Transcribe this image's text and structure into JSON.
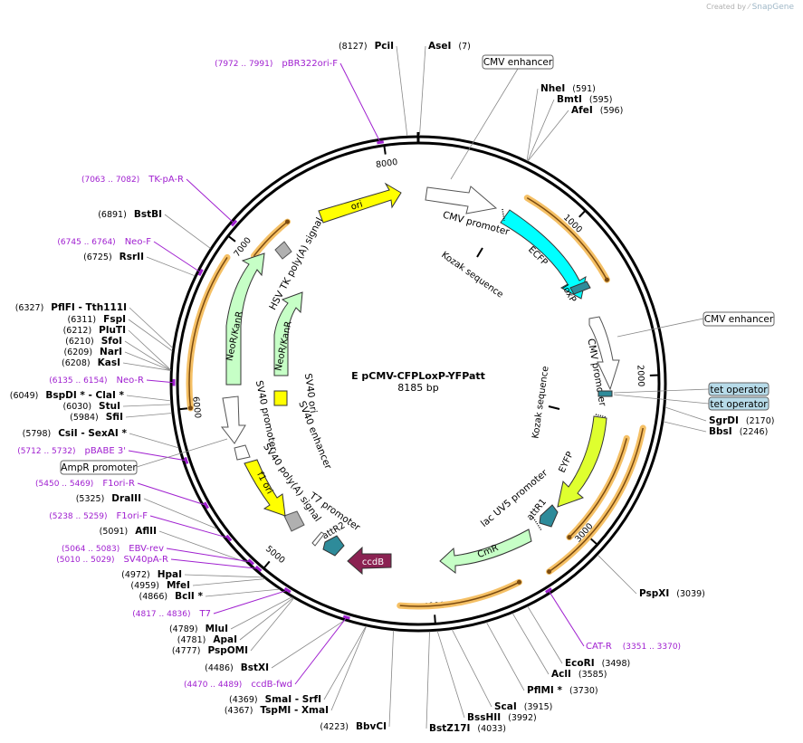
{
  "branding": {
    "created_by": "Created by",
    "logo": "SnapGene"
  },
  "plasmid": {
    "name": "E pCMV-CFPLoxP-YFPatt",
    "size": "8185 bp",
    "length": 8185
  },
  "ruler_ticks": [
    {
      "bp": 1000,
      "label": "1000"
    },
    {
      "bp": 2000,
      "label": "2000"
    },
    {
      "bp": 3000,
      "label": "3000"
    },
    {
      "bp": 4000,
      "label": "4000"
    },
    {
      "bp": 5000,
      "label": "5000"
    },
    {
      "bp": 6000,
      "label": "6000"
    },
    {
      "bp": 7000,
      "label": "7000"
    },
    {
      "bp": 8000,
      "label": "8000"
    }
  ],
  "sites": {
    "right": [
      {
        "name": "AseI",
        "pos": "(7)",
        "bp": 7
      },
      {
        "name": "NheI",
        "pos": "(591)",
        "bp": 591
      },
      {
        "name": "BmtI",
        "pos": "(595)",
        "bp": 595
      },
      {
        "name": "AfeI",
        "pos": "(596)",
        "bp": 596
      },
      {
        "name": "SgrDI",
        "pos": "(2170)",
        "bp": 2170
      },
      {
        "name": "BbsI",
        "pos": "(2246)",
        "bp": 2246
      },
      {
        "name": "PspXI",
        "pos": "(3039)",
        "bp": 3039
      },
      {
        "name": "EcoRI",
        "pos": "(3498)",
        "bp": 3498
      },
      {
        "name": "AclI",
        "pos": "(3585)",
        "bp": 3585
      },
      {
        "name": "PflMI *",
        "pos": "(3730)",
        "bp": 3730
      },
      {
        "name": "ScaI",
        "pos": "(3915)",
        "bp": 3915
      },
      {
        "name": "BssHII",
        "pos": "(3992)",
        "bp": 3992
      },
      {
        "name": "BstZ17I",
        "pos": "(4033)",
        "bp": 4033
      }
    ],
    "left": [
      {
        "name": "PciI",
        "pos": "(8127)",
        "bp": 8127
      },
      {
        "name": "BstBI",
        "pos": "(6891)",
        "bp": 6891
      },
      {
        "name": "RsrII",
        "pos": "(6725)",
        "bp": 6725
      },
      {
        "name": "PflFI - Tth111I",
        "pos": "(6327)",
        "bp": 6327
      },
      {
        "name": "FspI",
        "pos": "(6311)",
        "bp": 6311
      },
      {
        "name": "PluTI",
        "pos": "(6212)",
        "bp": 6212
      },
      {
        "name": "SfoI",
        "pos": "(6210)",
        "bp": 6210
      },
      {
        "name": "NarI",
        "pos": "(6209)",
        "bp": 6209
      },
      {
        "name": "KasI",
        "pos": "(6208)",
        "bp": 6208
      },
      {
        "name": "BspDI * - ClaI *",
        "pos": "(6049)",
        "bp": 6049
      },
      {
        "name": "StuI",
        "pos": "(6030)",
        "bp": 6030
      },
      {
        "name": "SfiI",
        "pos": "(5984)",
        "bp": 5984
      },
      {
        "name": "CsiI - SexAI *",
        "pos": "(5798)",
        "bp": 5798
      },
      {
        "name": "DraIII",
        "pos": "(5325)",
        "bp": 5325
      },
      {
        "name": "AflII",
        "pos": "(5091)",
        "bp": 5091
      },
      {
        "name": "HpaI",
        "pos": "(4972)",
        "bp": 4972
      },
      {
        "name": "MfeI",
        "pos": "(4959)",
        "bp": 4959
      },
      {
        "name": "BclI *",
        "pos": "(4866)",
        "bp": 4866
      },
      {
        "name": "MluI",
        "pos": "(4789)",
        "bp": 4789
      },
      {
        "name": "ApaI",
        "pos": "(4781)",
        "bp": 4781
      },
      {
        "name": "PspOMI",
        "pos": "(4777)",
        "bp": 4777
      },
      {
        "name": "BstXI",
        "pos": "(4486)",
        "bp": 4486
      },
      {
        "name": "SmaI - SrfI",
        "pos": "(4369)",
        "bp": 4369
      },
      {
        "name": "TspMI - XmaI",
        "pos": "(4367)",
        "bp": 4367
      },
      {
        "name": "BbvCI",
        "pos": "(4223)",
        "bp": 4223
      }
    ]
  },
  "primers": [
    {
      "name": "pBR322ori-F",
      "range": "(7972 .. 7991)",
      "bp": 7982
    },
    {
      "name": "TK-pA-R",
      "range": "(7063 .. 7082)",
      "bp": 7073
    },
    {
      "name": "Neo-F",
      "range": "(6745 .. 6764)",
      "bp": 6755
    },
    {
      "name": "Neo-R",
      "range": "(6135 .. 6154)",
      "bp": 6145
    },
    {
      "name": "pBABE 3'",
      "range": "(5712 .. 5732)",
      "bp": 5722
    },
    {
      "name": "F1ori-R",
      "range": "(5450 .. 5469)",
      "bp": 5460
    },
    {
      "name": "F1ori-F",
      "range": "(5238 .. 5259)",
      "bp": 5248
    },
    {
      "name": "EBV-rev",
      "range": "(5064 .. 5083)",
      "bp": 5074
    },
    {
      "name": "SV40pA-R",
      "range": "(5010 .. 5029)",
      "bp": 5020
    },
    {
      "name": "T7",
      "range": "(4817 .. 4836)",
      "bp": 4827
    },
    {
      "name": "ccdB-fwd",
      "range": "(4470 .. 4489)",
      "bp": 4480
    },
    {
      "name": "CAT-R",
      "range": "(3351 .. 3370)",
      "bp": 3360
    }
  ],
  "boxed_labels": [
    {
      "name": "CMV enhancer",
      "kind": "plain"
    },
    {
      "name": "CMV enhancer",
      "kind": "plain"
    },
    {
      "name": "tet operator",
      "kind": "blue"
    },
    {
      "name": "tet operator",
      "kind": "blue"
    },
    {
      "name": "AmpR promoter",
      "kind": "plain"
    }
  ],
  "features": [
    {
      "name": "ori",
      "start": 7520,
      "end": 7900,
      "color": "#ffff00",
      "dir": "cw"
    },
    {
      "name": "CMV promoter",
      "start": 50,
      "end": 420,
      "color": "#ffffff",
      "dir": "cw"
    },
    {
      "name": "ECFP",
      "start": 430,
      "end": 1140,
      "color": "#00ffff",
      "dir": "cw"
    },
    {
      "name": "loxP",
      "start": 1160,
      "end": 1215,
      "color": "#2e8b9a",
      "dir": "cw"
    },
    {
      "name": "CMV enhancer",
      "start": 1450,
      "end": 1820,
      "color": "#ffffff",
      "dir": "cw"
    },
    {
      "name": "CMV promoter",
      "start": 1830,
      "end": 2160,
      "color": "#ffffff",
      "dir": "cw"
    },
    {
      "name": "EYFP",
      "start": 2250,
      "end": 2960,
      "color": "#dfff2f",
      "dir": "cw"
    },
    {
      "name": "attR1",
      "start": 2990,
      "end": 3120,
      "color": "#2e8b9a",
      "dir": "cw"
    },
    {
      "name": "CmR",
      "start": 3300,
      "end": 3960,
      "color": "#c6ffc6",
      "dir": "ccw"
    },
    {
      "name": "ccdB",
      "start": 4050,
      "end": 4320,
      "color": "#8b2252",
      "dir": "ccw"
    },
    {
      "name": "attR2",
      "start": 4380,
      "end": 4500,
      "color": "#2e8b9a",
      "dir": "ccw"
    },
    {
      "name": "T7 promoter",
      "start": 4540,
      "end": 4560,
      "color": "#ffffff",
      "dir": "ccw"
    },
    {
      "name": "SV40 poly(A) signal",
      "start": 4600,
      "end": 4720,
      "color": "#b0b0b0",
      "dir": "none"
    },
    {
      "name": "f1 ori",
      "start": 4980,
      "end": 5420,
      "color": "#ffff00",
      "dir": "ccw"
    },
    {
      "name": "AmpR promoter",
      "start": 5460,
      "end": 5560,
      "color": "#ffffff",
      "dir": "cw"
    },
    {
      "name": "SV40 promoter",
      "start": 5570,
      "end": 5900,
      "color": "#ffffff",
      "dir": "cw"
    },
    {
      "name": "NeoR/KanR",
      "start": 5950,
      "end": 6750,
      "color": "#c6ffc6",
      "dir": "ccw"
    },
    {
      "name": "HSV TK poly(A) signal",
      "start": 6900,
      "end": 6980,
      "color": "#b0b0b0",
      "dir": "none"
    },
    {
      "name": "SV40 ori",
      "start": 5350,
      "end": 5450,
      "color": "#ffff00",
      "dir": "none"
    },
    {
      "name": "SV40 enhancer",
      "start": 0,
      "end": 0,
      "color": "#ffffff",
      "dir": "none"
    },
    {
      "name": "NeoR/KanR",
      "start": 6000,
      "end": 6760,
      "color": "#c6ffc6",
      "dir": "ccw"
    },
    {
      "name": "Kozak sequence",
      "start": 0,
      "end": 0,
      "color": "#000000",
      "dir": "none"
    },
    {
      "name": "Kozak sequence",
      "start": 0,
      "end": 0,
      "color": "#000000",
      "dir": "none"
    }
  ],
  "orf_arcs": [
    {
      "start": 690,
      "end": 1390,
      "dir": "cw"
    },
    {
      "start": 2380,
      "end": 3080,
      "dir": "cw"
    },
    {
      "start": 2300,
      "end": 3300,
      "dir": "cw"
    },
    {
      "start": 3480,
      "end": 4200,
      "dir": "ccw"
    },
    {
      "start": 6000,
      "end": 6900,
      "dir": "ccw"
    },
    {
      "start": 7000,
      "end": 7300,
      "dir": "cw"
    }
  ],
  "colors": {
    "primer": "#a020d0",
    "orf_fill": "#f5c065",
    "backbone": "#000000",
    "tet_box": "#b7dbe9"
  }
}
